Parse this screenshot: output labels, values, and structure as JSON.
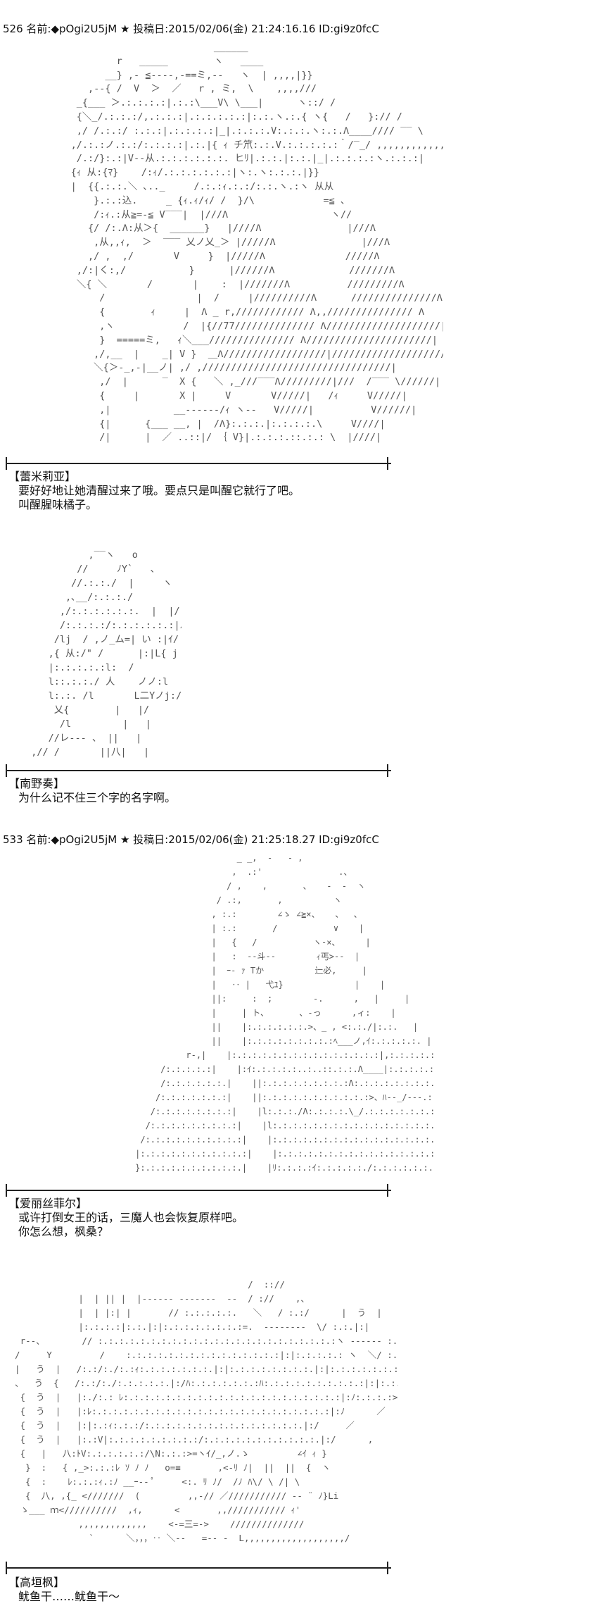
{
  "posts": [
    {
      "header": "526 名前:◆pOgi2U5jM ★ 投稿日:2015/02/06(金) 21:24:16.16 ID:gi9z0fcC",
      "panels": [
        {
          "speaker": "【蕾米莉亚】",
          "lines": [
            "要好好地让她清醒过来了哦。要点只是叫醒它就行了吧。",
            "叫醒腥味橘子。"
          ]
        },
        {
          "speaker": "【南野奏】",
          "lines": [
            "为什么记不住三个字的名字啊。"
          ]
        }
      ]
    },
    {
      "header": "533 名前:◆pOgi2U5jM ★ 投稿日:2015/02/06(金) 21:25:18.27 ID:gi9z0fcC",
      "panels": [
        {
          "speaker": "【爱丽丝菲尔】",
          "lines": [
            "或许打倒女王的话，三魔人也会恢复原样吧。",
            "你怎么想，枫桑？"
          ]
        },
        {
          "speaker": "【高垣枫】",
          "lines": [
            "鱿鱼干……鱿鱼干～"
          ]
        }
      ]
    }
  ],
  "art": {
    "remilia": "                              ______\n             r   _____        ヽ   ____\n           __} ,‐ ≦‐‐‐‐,‐==ミ,‐‐   ヽ  | ,,,,|}}\n        ,‐-{ /  V  ＞  ／   r , ミ,  \\    ,,,,///\n      _{___ ＞.:.:.:.:|.:.:\\___V\\ \\___|      ヽ::/ /\n      {＼_/.:.:.:/,.:.:.:|.:.:.:.:.:|:.:.ヽ.:.{ ヽ{   /   }:// /\n      ,/ /.:.:/ :.:.:|.:.:.:.:|_|.:.:.:.V:.:.:.ヽ:.:.Λ____//// ‾‾ \\\n     ,/.:.:ノ.:.:/:.:.:.:|.:.|{ ｨ チ笊:.:.V.:.:.:.:.:｀/‾_/ ,,,,,,,,,,,,, \\\n      /.:/}:.:|V‐-从.:.:.:.:.:.:. ヒﾘ|.:.:.|:.:.|_|.:.:.:.:ヽ.:.:.:|\n     {ｨ 从:{ﾏ}    /:ｨ/.:.:.:.:.:.:|ヽ:.ヽ:.:.:.|}}\n     |  {{.:.:.＼ ､.._     /.:.:ｨ.:.:/:.:.ヽ.:ヽ 从从\n         }.:.:込.     _ {ｨ.ｨ/ｨ/ /  }/\\            =≦ 、\n         /:ｨ.:从≧=-≦ V‾‾‾|  |///Λ                  ヽ//\n        {/ /:.Λ:从＞{  ______}   |////Λ               |///Λ\n         ,从,,ｨ,  ＞  ‾‾‾ 乂ノ乂_＞ |/////Λ               |///Λ\n        ,/ ,  ,/       V     }  |/////Λ              /////Λ\n      ,/:|く:,/           }      |//////Λ             ///////Λ\n      ＼{ ＼       /       |    :  |///////Λ          /////////Λ\n          /                |  /     |//////////Λ      ///////////////Λ\n          {        ｨ     |  Λ _ r,//////////// Λ,,/////////////// Λ\n          ,ヽ            /  |{//77////////////// Λ////////////////////|\n          }  =====ミ,   ｨ＼___/////////////// Λ//////////////////////|\n         ,/,__  |    _| V }  ＿Λ//////////////////|/////////////////////|\n         ＼{＞-_,-|__ノ| ,/ ,/////////////////////////////////|\n          ,/  |      ‾  X {   ＼ ,_///‾‾‾Λ/////////|///  /‾‾‾ \\//////|\n          {     |       X |     V       V/////|   /ｨ     V/////|\n          ,|           __-‐‐‐‐‐/ｨ ヽ‐‐   V/////|          V//////|\n          {|      {___ __, |  /Λ}:.:.:.|:.:.:.:.\\     V////|             |////|\n          /|      |  ／ ..::|/ ｛ V}|.:.:.:.::.:.: \\  |////|           ////ｨ/",
    "minami": "            ,‾‾ヽ   o\n          //     ﾉY`   、\n         //.:.:./  |     ヽ\n        ,､__/:.:.:./         〃‾\\\n       ,/:.:.:.:.:.:.  |  |/    |\n       /:.:.:.:/:.:.:.:.:.:|ﾉ Y:/ / |\n      /lj  / ,ノ_ム=| い :|ｲ/\n     ,{ 从:/\" /      |:|L{ j  〉\n     |:.:.:.:.:l:  /         |:|‐‐=\n     l::.:.:./ 人    ノノ:l\n     l:.:. /l       L二Yノj:/\n      乂{        |   |/\n       /l         |   |\n     //レ‐‐‐ 、 ||   |\n  ,// /       ||八|   |",
    "alice": "                         _ _,  ‐   ‐ ,\n                        ,  .:'               .、\n                       / ,    ,       、   ‐  ‐  ヽ\n                     / .:,       ,          ヽ\n                    , :.:        ∠ゝ ∠≧×、   、  、\n                    | :.:       /           ∨    |\n                    |   {   /           ヽ‐×、     |\n                    |   :  ‐‐斗‐‐        ｨ丐>‐‐  |\n                    |  ｰ‐ ｧ Tか          辷必,     |\n                    |   ‥ |   弋ﾕ}              |    |\n                    ||:     :  ;        ‐.      ,   |     |\n                    |     | ト、      、-っ      ,ィ:    |\n                    ||    |:.:.:.:.:.:.>、_ , <:.:./|:.:.   |   |\n                    ||    |:.:.:.:.:.:.:.:.:ﾍ___ノ,ｲ:.:.:.:.:. |   |\n               r‐,|    |:.:.:.:.:.:.:.:.:.:.:.:.:.:.:|,:.:.:.:.:.:.:.:.:.:|   |\n          /:.:.:.:.:|    |:ｲ:.:.:.:.:..:..::.:.:.Λ____|:.:.:.:.:.:.:.:.:.:|   ｦ‐‐‐‐‐‐‐‐‐‐、\n          /:.:.:.:.:.:.|    ||:.:.:.:.:.:.:.:.:Λ:.:.:.:.:.:.:.:.:.:.:.:.:.:.:.:.|   |:.:.:.:.:.:.:.:.:.:.:.:.:.:.\\\n         /:.:.:.:.:.:.:|    ||:.:.:.:.:.:.:.:.:.:.:>、ﾊ‐‐_/‐‐‐.:.:.:.:.:.:.:.|   |:.:.:.:.:.:.:.:.:.:.:.:.:.:.:.\\\n        /:.:.:.:.:.:.:.:|    |l:.:.:./Λ:.:.:.:.\\_/.:.:.:.:.:.:.:.:.:.:.:.:.:.|   |:.:.:.:.:.:.:.:.:.:.:.:.:.:.:.:.\\\n       /:.:.:.:.:.:.:.:.:|    |l:.:.:.:.:.:.:.:.:.:.:.:.:.:.:.:.:.:.:.:.:.:.:.:.:|   |:.:.:.:.:.:.:.:.:.:.:.:.:.:.:.:.:\\\n      /:.:.:.:.:.:.:.:.:.:|    |:.:.:.:.:.:.:.:.:.:.:.:.:.:.:.:.:.:.:.:.:.:.:.:.:.:.|   |:.:.:.:.:.:.:.:.:.:.:.:.:.:.:.:.:.:\\\n     |:.:.:.:.:.:.:.:.:.:.:|    |:.:.:.:.:.:.:.:.:.:.:.:.:.:.:.:.:.:.:.:.:.:.:.:.:.:.:.|   |:.:.:.:.:.:.:.:.:.:.:.:.:.:.:.:.:.:.:.|\n     }:.:.:.:.:.:.:.:.:.:.|    |ﾘ:.:.:.:ｲ:.:.:.:.:./:.:.:.:.:.:.:.:.:.:.:.:.:.:.:.|   |:.:.:.:.:.:.:.:.:.:.:.:.:.:.:.:.:.:.:.:.:}",
    "kaede": "                                              /  :://\n              |  | || |  |‐‐‐‐‐‐ ‐‐‐‐‐‐‐  ‐‐  / ://    ,、\n              |  | |:| |       // :.:.:.:.:.   ＼   / :.:/      |  う  |\n              |:.:.:.:|:.:.|:|:.:.:.:.:.:.:.:=.  ‐‐‐‐‐‐‐‐  \\/ :.:.|:|      |  う  |\n   r‐‐、       // :.:.:.:.:.:.:.:.:.:.:.:.:.:.:.:.:.:.:.:.:.:.:ヽ ‐‐‐‐‐‐ :.:.:.|:|      |  う  |\n  /     Y         /    :.:.:.:.:.:.:.:.:.:.:.:.:.:.:|:|:.:.:.:.: ヽ  ＼/ :.:.:.:|:|     |  う  |\n  |   う  |   /:.:/:./:.:ｨ:.:.:.:.:.:.:.|:|:.:.:.:.:.:.:.:.|:|:.:.:.:.:.:.:.:.:.:|:|     |  う  |\n  、  う  {   /:.:/:./:.:.:.:.:.|:/ﾊ:.:.:.:.:.:.:ﾊ:.:.:.:.:.:.:.:.:.:|:|:.:.:.:.:.:.|     | う  |\n   {  う  |   |:./:.: ﾚ:.:.:.:.:.:.:.:.:.:.:.:.:.:.:.:.:.:.:.:.:|:ﾉ:.:.:.:>=====r´}7‐{  :  |\n   {  う  |   |:ﾚ:.:.:.:.:.:.:.:.:.:.:.:.:.:.:.:.:.:.:.:.:.:.:|:ﾉ      ／   ヽ    ヽ  :  {\n   {  う  |   |:|:.:ｨ:.:.:/:.:.:.:.:.:.:.:.:.:.:.:.:.:.:.|:/     ／          ) ,_ /\n   {  う  |   |:.:V|:.:.:.:.:.:.:.:.:/:.:.:.:.:.:.:.:.:.:.:.|:/      ,         ∠ (    }\n   {   |   八:ﾄV:.:.:.:.:.:/\\N:.:.:>=ヽｲ/_,ノ.ゝ         ∠ｲ ｨ }\n    }  :   { ,_>:.:.:ﾚ ｿ ﾉ ﾉ   o=≡       ,<‐ﾘ ﾉ|  ||  ||  {  ヽ\n    {  :    ﾚ:.:.:ｨ.:ﾉ __ｰ‐‐ ﾟ     <:. ﾘ ﾉ/  /ﾉ ﾊ\\/ \\ /| \\\n    {  八, ,{_ <///////  (         ,,‐// ／/////////// ‐‐ ¨ ﾉ}Li\n   ゝ___ ｍ<//////////  ,ｨ,      <       ,,/////////// ｨ'\n              ,,,,,,,,,,,,,    <‐=三=‐>    //////////////\n                `      ＼，，，‥ ＼‐‐   =‐‐ ‐  L,,,,,,,,,,,,,,,,,,,/"
  }
}
